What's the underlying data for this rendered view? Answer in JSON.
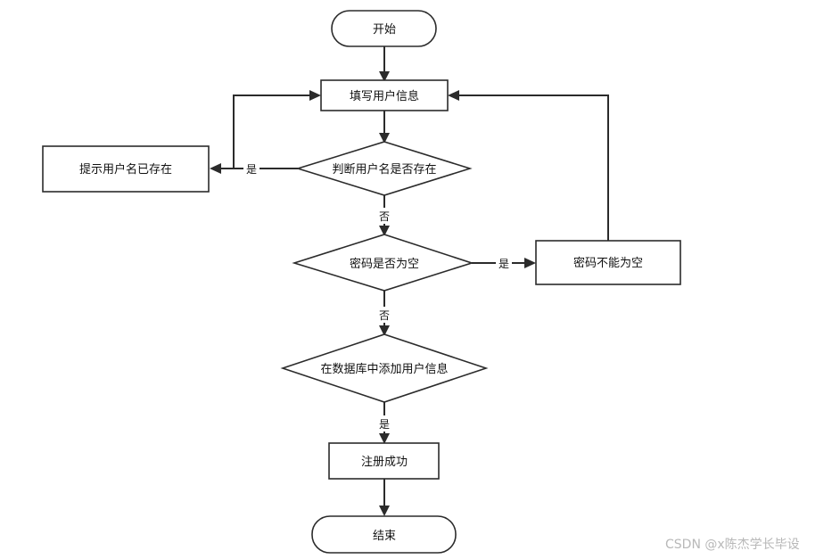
{
  "nodes": {
    "start": "开始",
    "fill_info": "填写用户信息",
    "username_exists_prompt": "提示用户名已存在",
    "check_username": "判断用户名是否存在",
    "check_password_empty": "密码是否为空",
    "password_empty_prompt": "密码不能为空",
    "add_to_database": "在数据库中添加用户信息",
    "register_success": "注册成功",
    "end": "结束"
  },
  "edges": {
    "username_yes": "是",
    "username_no": "否",
    "password_yes": "是",
    "password_no": "否",
    "add_yes": "是"
  },
  "watermark": "CSDN @x陈杰学长毕设"
}
